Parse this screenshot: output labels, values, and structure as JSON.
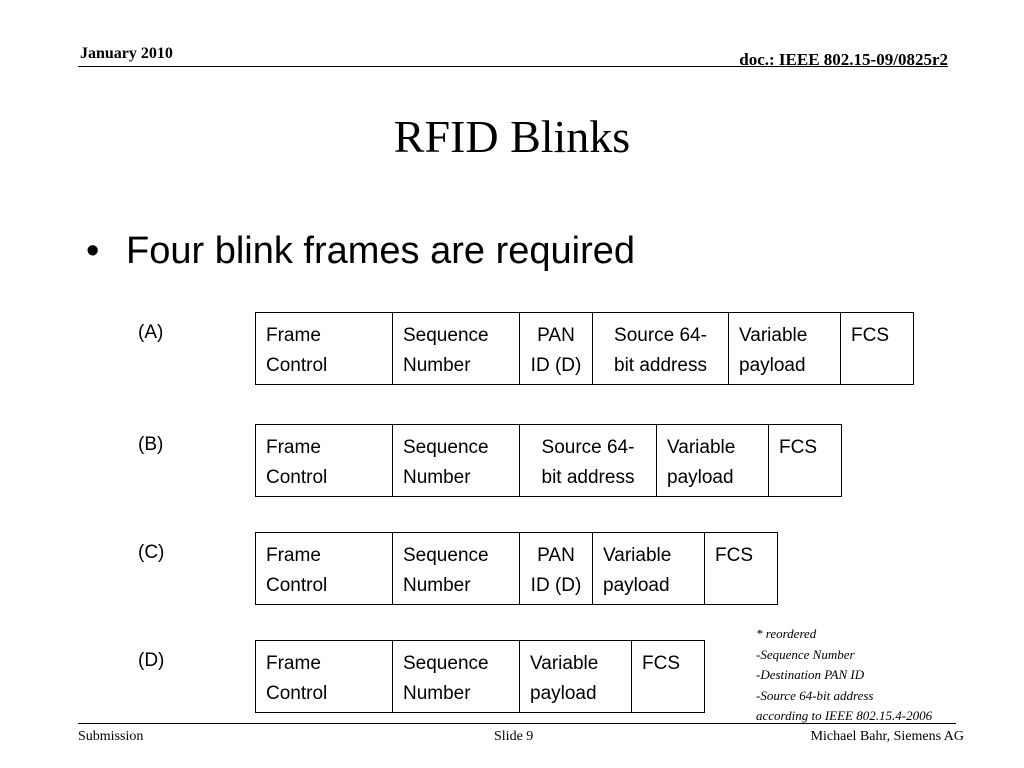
{
  "header": {
    "date": "January 2010",
    "doc": "doc.: IEEE 802.15-09/0825r2"
  },
  "title": "RFID Blinks",
  "bullet": {
    "symbol": "•",
    "text": "Four blink frames are required"
  },
  "frames": [
    {
      "label": "(A)",
      "fields": [
        [
          "Frame",
          "Control"
        ],
        [
          "Sequence",
          "Number"
        ],
        [
          "PAN",
          "ID (D)"
        ],
        [
          "Source 64-",
          "bit address"
        ],
        [
          "Variable",
          "payload"
        ],
        [
          "FCS",
          ""
        ]
      ]
    },
    {
      "label": "(B)",
      "fields": [
        [
          "Frame",
          "Control"
        ],
        [
          "Sequence",
          "Number"
        ],
        [
          "Source 64-",
          "bit address"
        ],
        [
          "Variable",
          "payload"
        ],
        [
          "FCS",
          ""
        ]
      ]
    },
    {
      "label": "(C)",
      "fields": [
        [
          "Frame",
          "Control"
        ],
        [
          "Sequence",
          "Number"
        ],
        [
          "PAN",
          "ID (D)"
        ],
        [
          "Variable",
          "payload"
        ],
        [
          "FCS",
          ""
        ]
      ]
    },
    {
      "label": "(D)",
      "fields": [
        [
          "Frame",
          "Control"
        ],
        [
          "Sequence",
          "Number"
        ],
        [
          "Variable",
          "payload"
        ],
        [
          "FCS",
          ""
        ]
      ]
    }
  ],
  "note": {
    "lines": [
      "* reordered",
      "-Sequence Number",
      "-Destination PAN ID",
      "-Source 64-bit address",
      "according to IEEE 802.15.4-2006"
    ]
  },
  "footer": {
    "left": "Submission",
    "center": "Slide 9",
    "right": "Michael Bahr, Siemens AG"
  }
}
